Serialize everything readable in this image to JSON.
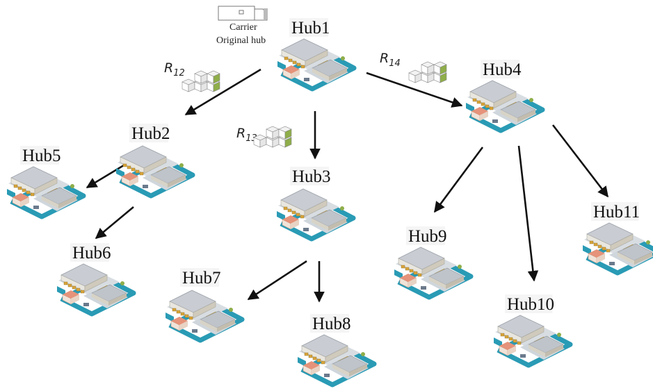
{
  "legend": {
    "line1": "Carrier",
    "line2": "Original hub",
    "truck_icon": "truck-icon"
  },
  "hubs": [
    {
      "id": "hub1",
      "label": "Hub1"
    },
    {
      "id": "hub2",
      "label": "Hub2"
    },
    {
      "id": "hub3",
      "label": "Hub3"
    },
    {
      "id": "hub4",
      "label": "Hub4"
    },
    {
      "id": "hub5",
      "label": "Hub5"
    },
    {
      "id": "hub6",
      "label": "Hub6"
    },
    {
      "id": "hub7",
      "label": "Hub7"
    },
    {
      "id": "hub8",
      "label": "Hub8"
    },
    {
      "id": "hub9",
      "label": "Hub9"
    },
    {
      "id": "hub10",
      "label": "Hub10"
    },
    {
      "id": "hub11",
      "label": "Hub11"
    }
  ],
  "edges": [
    {
      "from": "hub1",
      "to": "hub2"
    },
    {
      "from": "hub1",
      "to": "hub3"
    },
    {
      "from": "hub1",
      "to": "hub4"
    },
    {
      "from": "hub2",
      "to": "hub5"
    },
    {
      "from": "hub2",
      "to": "hub6"
    },
    {
      "from": "hub3",
      "to": "hub7"
    },
    {
      "from": "hub3",
      "to": "hub8"
    },
    {
      "from": "hub4",
      "to": "hub9"
    },
    {
      "from": "hub4",
      "to": "hub10"
    },
    {
      "from": "hub4",
      "to": "hub11"
    }
  ],
  "rates": [
    {
      "id": "r12",
      "main": "R",
      "sub": "12"
    },
    {
      "id": "r13",
      "main": "R",
      "sub": "13"
    },
    {
      "id": "r14",
      "main": "R",
      "sub": "14"
    }
  ],
  "icons": {
    "hub": "warehouse-hub-icon",
    "cargo": "cargo-boxes-icon"
  },
  "colors": {
    "road": "#2a9bb5",
    "roof": "#c9ccd2",
    "wall": "#e8e6df",
    "crate": "#d9a53a",
    "truck": "#f0c24a",
    "shop": "#e5937a",
    "green": "#8fae4a",
    "arrow": "#111111"
  }
}
